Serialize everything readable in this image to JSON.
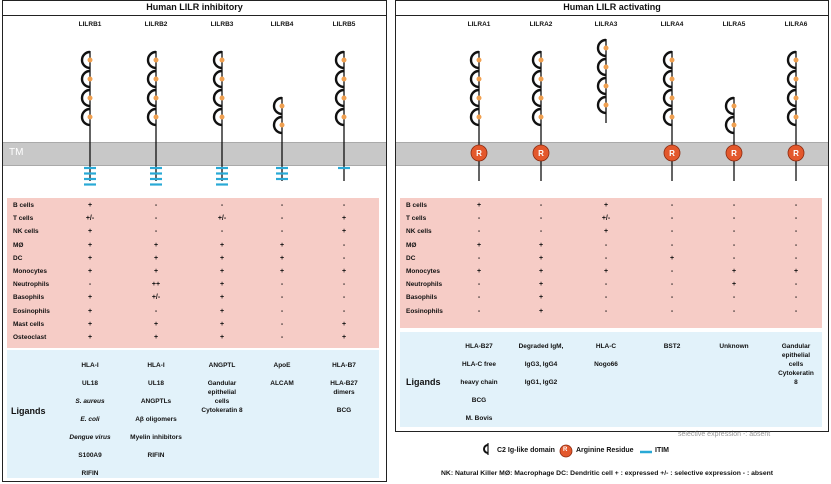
{
  "inhibitory": {
    "title": "Human LILR inhibitory",
    "tm_label": "TM",
    "genes": [
      "LILRB1",
      "LILRB2",
      "LILRB3",
      "LILRB4",
      "LILRB5"
    ],
    "domains": [
      4,
      4,
      4,
      2,
      4
    ],
    "cells": [
      "B cells",
      "T cells",
      "NK cells",
      "MØ",
      "DC",
      "Monocytes",
      "Neutrophils",
      "Basophils",
      "Eosinophils",
      "Mast cells",
      "Osteoclast"
    ],
    "expression": [
      [
        "+",
        "-",
        "-",
        "-",
        "-"
      ],
      [
        "+/-",
        "-",
        "+/-",
        "-",
        "+"
      ],
      [
        "+",
        "-",
        "-",
        "-",
        "+"
      ],
      [
        "+",
        "+",
        "+",
        "+",
        "-"
      ],
      [
        "+",
        "+",
        "+",
        "+",
        "-"
      ],
      [
        "+",
        "+",
        "+",
        "+",
        "+"
      ],
      [
        "-",
        "++",
        "+",
        "-",
        "-"
      ],
      [
        "+",
        "+/-",
        "+",
        "-",
        "-"
      ],
      [
        "+",
        "-",
        "+",
        "-",
        "-"
      ],
      [
        "+",
        "+",
        "+",
        "-",
        "+"
      ],
      [
        "+",
        "+",
        "+",
        "-",
        "+"
      ]
    ],
    "ligands_label": "Ligands",
    "ligands": [
      [
        "HLA-I",
        "UL18",
        "S. aureus",
        "E. coli",
        "Dengue virus",
        "S100A9",
        "RIFIN"
      ],
      [
        "HLA-I",
        "UL18",
        "ANGPTLs",
        "Aβ oligomers",
        "Myelin inhibitors",
        "RIFIN"
      ],
      [
        "ANGPTL",
        "Gandular\nepithelial\ncells\nCytokeratin 8"
      ],
      [
        "ApoE",
        "ALCAM"
      ],
      [
        "HLA-B7",
        "HLA-B27\ndimers",
        "BCG"
      ]
    ]
  },
  "activating": {
    "title": "Human LILR activating",
    "genes": [
      "LILRA1",
      "LILRA2",
      "LILRA3",
      "LILRA4",
      "LILRA5",
      "LILRA6"
    ],
    "domains": [
      4,
      4,
      4,
      4,
      2,
      4
    ],
    "cells": [
      "B cells",
      "T cells",
      "NK cells",
      "MØ",
      "DC",
      "Monocytes",
      "Neutrophils",
      "Basophils",
      "Eosinophils"
    ],
    "expression": [
      [
        "+",
        "-",
        "+",
        "-",
        "-",
        "-"
      ],
      [
        "-",
        "-",
        "+/-",
        "-",
        "-",
        "-"
      ],
      [
        "-",
        "-",
        "+",
        "-",
        "-",
        "-"
      ],
      [
        "+",
        "+",
        "-",
        "-",
        "-",
        "-"
      ],
      [
        "-",
        "+",
        "-",
        "+",
        "-",
        "-"
      ],
      [
        "+",
        "+",
        "+",
        "-",
        "+",
        "+"
      ],
      [
        "-",
        "+",
        "-",
        "-",
        "+",
        "-"
      ],
      [
        "-",
        "+",
        "-",
        "-",
        "-",
        "-"
      ],
      [
        "-",
        "+",
        "-",
        "-",
        "-",
        "-"
      ]
    ],
    "ligands_label": "Ligands",
    "ligands": [
      [
        "HLA-B27",
        "HLA-C free",
        "heavy chain",
        "BCG",
        "M. Bovis"
      ],
      [
        "Degraded IgM,",
        "IgG3, IgG4",
        "IgG1, IgG2"
      ],
      [
        "HLA-C",
        "Nogo66"
      ],
      [
        "BST2"
      ],
      [
        "Unknown"
      ],
      [
        "Gandular\nepithelial\ncells\nCytokeratin 8"
      ]
    ]
  },
  "legend": {
    "c2": "C2 Ig-like domain",
    "arginine": "Arginine Residue",
    "arginine_symbol": "R",
    "itim": "ITIM",
    "faded_text": "selective expression  -: absent",
    "footer": "NK: Natural Killer   MØ: Macrophage   DC: Dendritic cell   + : expressed   +/- : selective expression   - : absent"
  },
  "colors": {
    "pink": "#f6ccc6",
    "blue": "#e2f2fa",
    "tm": "#c8c8c8",
    "arginine": "#e3582c",
    "itim": "#29a9d6",
    "domain_dot": "#f0a050"
  }
}
